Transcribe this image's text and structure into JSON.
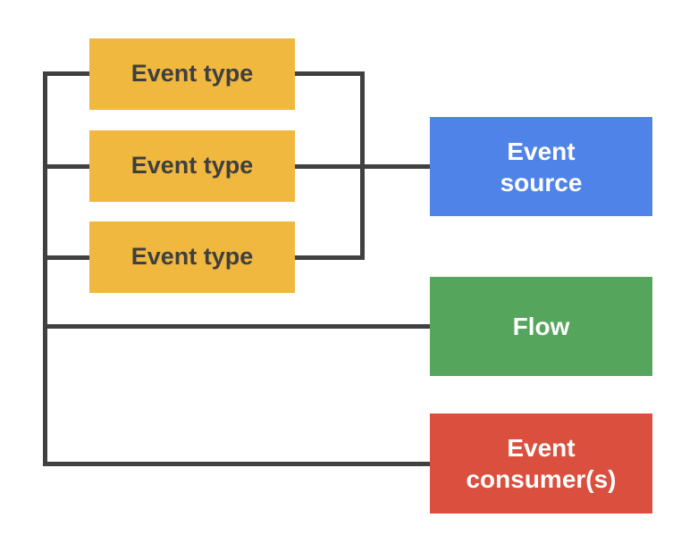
{
  "theme": {
    "background": "#FFFFFF",
    "connector": "#404040",
    "event_type_fill": "#F0B83F",
    "event_source_fill": "#5083E8",
    "flow_fill": "#56A55C",
    "event_consumer_fill": "#DA4F3D",
    "box_text_dark": "#3F3F3F",
    "box_text_light": "#FFFFFF"
  },
  "diagram": {
    "event_types": [
      {
        "label": "Event type"
      },
      {
        "label": "Event type"
      },
      {
        "label": "Event type"
      }
    ],
    "event_source": {
      "label": "Event\nsource"
    },
    "flow": {
      "label": "Flow"
    },
    "event_consumer": {
      "label": "Event\nconsumer(s)"
    },
    "connections": [
      "event-type-1 — event-source",
      "event-type-2 — event-source",
      "event-type-3 — event-source",
      "left-trunk — flow",
      "left-trunk — event-consumer"
    ]
  }
}
